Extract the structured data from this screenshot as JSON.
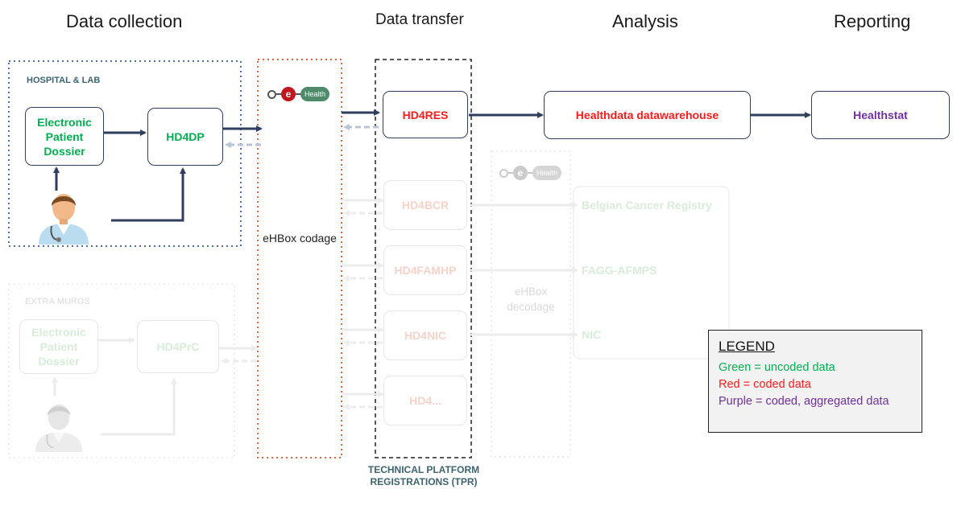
{
  "columns": {
    "collection": "Data collection",
    "transfer": "Data transfer",
    "analysis": "Analysis",
    "reporting": "Reporting"
  },
  "hospital": {
    "title": "HOSPITAL & LAB",
    "epd": "Electronic Patient Dossier",
    "hd4dp": "HD4DP"
  },
  "extra_muros": {
    "title": "EXTRA MUROS",
    "epd": "Electronic Patient Dossier",
    "hd4prc": "HD4PrC"
  },
  "ehealth_logo": {
    "e": "e",
    "text": "Health"
  },
  "coding": {
    "label": "eHBox codage"
  },
  "decoding": {
    "label": "eHBox decodage"
  },
  "tpr": {
    "hd4res": "HD4RES",
    "hd4bcr": "HD4BCR",
    "hd4famhp": "HD4FAMHP",
    "hd4nic": "HD4NIC",
    "hd4more": "HD4...",
    "caption": "TECHNICAL PLATFORM REGISTRATIONS (TPR)"
  },
  "analysis": {
    "warehouse": "Healthdata datawarehouse"
  },
  "reporting": {
    "healthstat": "Healthstat"
  },
  "targets": {
    "bcr": "Belgian Cancer Registry",
    "fagg": "FAGG-AFMPS",
    "nic": "NIC"
  },
  "legend": {
    "title": "LEGEND",
    "green": "Green = uncoded data",
    "red": "Red = coded data",
    "purple": "Purple = coded, aggregated data"
  },
  "colors": {
    "arrow_dark": "#2f3e5c",
    "uncoded": "#00b050",
    "coded": "#ff1a1a",
    "aggregated": "#7030a0"
  }
}
